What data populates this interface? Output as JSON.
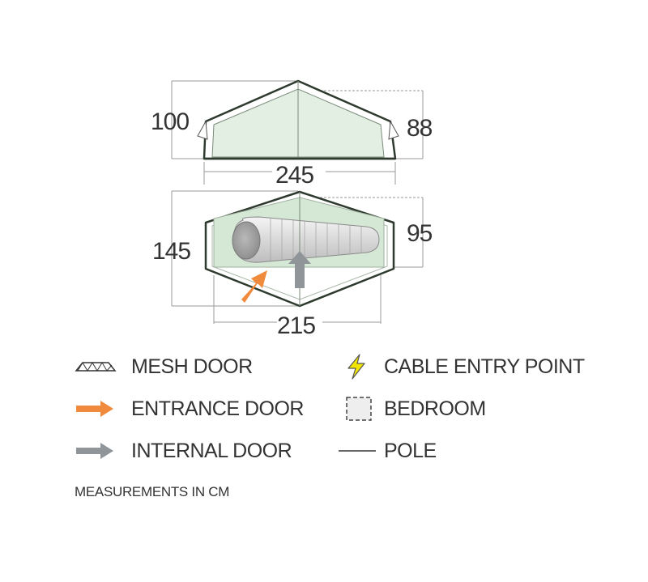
{
  "dimensions": {
    "side_height_left": "100",
    "side_height_right": "88",
    "overall_length": "245",
    "floor_width": "145",
    "bedroom_width": "95",
    "floor_length": "215"
  },
  "legend": {
    "mesh_door": "MESH DOOR",
    "entrance_door": "ENTRANCE DOOR",
    "internal_door": "INTERNAL DOOR",
    "cable_entry_point": "CABLE ENTRY POINT",
    "bedroom": "BEDROOM",
    "pole": "POLE"
  },
  "footnote": "MEASUREMENTS IN CM",
  "colors": {
    "outline": "#2f3a2f",
    "inner_fill": "#e3efe3",
    "bedroom_fill": "#d5e7d5",
    "entrance_arrow": "#f08a3c",
    "internal_arrow": "#8f9599",
    "cable_bolt": "#f2e600",
    "dim_line": "#9a9a9a"
  }
}
